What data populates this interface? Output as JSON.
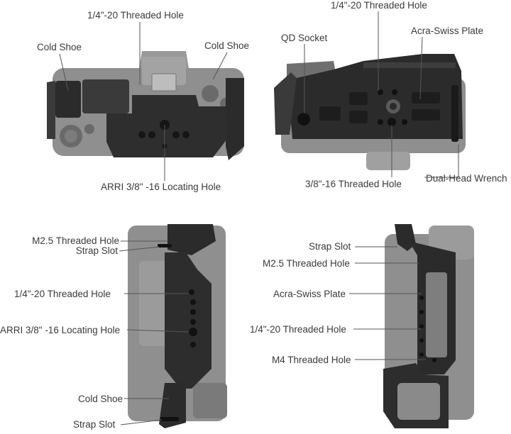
{
  "colors": {
    "camera_body": "#8d8d8d",
    "camera_dark": "#6f6f6f",
    "cage_metal": "#2b2b2b",
    "cage_edge": "#4a4a4a",
    "leader_line": "#555555",
    "label_text": "#3a3a3a"
  },
  "views": {
    "top": {
      "labels": {
        "threaded_hole": "1/4\"-20 Threaded Hole",
        "cold_shoe_left": "Cold Shoe",
        "cold_shoe_right": "Cold Shoe",
        "arri_hole": "ARRI 3/8\" -16 Locating Hole"
      }
    },
    "bottom": {
      "labels": {
        "threaded_hole": "1/4\"-20 Threaded Hole",
        "qd_socket": "QD Socket",
        "acra_plate": "Acra-Swiss Plate",
        "threaded_38": "3/8\"-16 Threaded Hole",
        "wrench": "Dual-Head Wrench"
      }
    },
    "left_side": {
      "labels": {
        "m25_hole": "M2.5 Threaded Hole",
        "strap_slot_top": "Strap Slot",
        "threaded_hole": "1/4\"-20 Threaded Hole",
        "arri_hole": "ARRI 3/8\" -16 Locating Hole",
        "cold_shoe": "Cold Shoe",
        "strap_slot_bottom": "Strap Slot"
      }
    },
    "right_side": {
      "labels": {
        "strap_slot": "Strap Slot",
        "m25_hole": "M2.5 Threaded Hole",
        "acra_plate": "Acra-Swiss Plate",
        "threaded_hole": "1/4\"-20 Threaded Hole",
        "m4_hole": "M4 Threaded Hole"
      }
    }
  }
}
